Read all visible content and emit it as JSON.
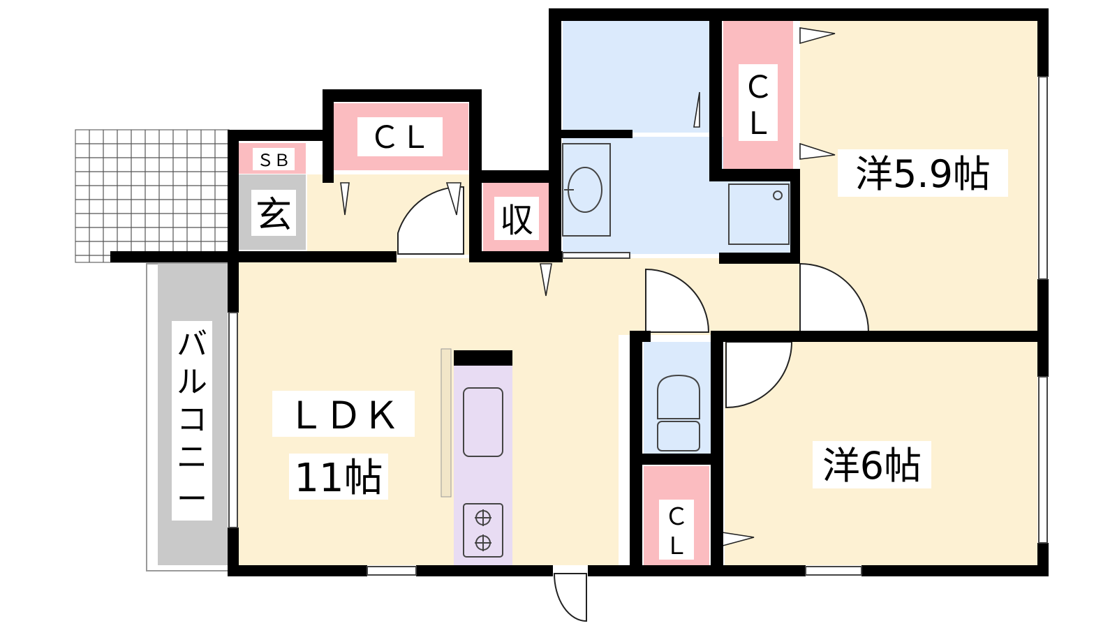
{
  "rooms": {
    "ldk_name": "ＬＤＫ",
    "ldk_size": "11帖",
    "western_1": "洋5.9帖",
    "western_2": "洋6帖",
    "entrance": "玄",
    "shoe_box": "ＳＢ",
    "storage": "収",
    "closet_top": "ＣＬ",
    "closet_right_c": "Ｃ",
    "closet_right_l": "Ｌ",
    "closet_bottom_c": "Ｃ",
    "closet_bottom_l": "Ｌ",
    "balcony": [
      "バ",
      "ル",
      "コ",
      "ニ",
      "ー"
    ]
  },
  "colors": {
    "floor": "#fdf1d3",
    "wet_area": "#dbeafc",
    "closet": "#fbbcc0",
    "entrance": "#c9c9c9",
    "balcony": "#c9c9c9",
    "kitchen": "#e8dcf3",
    "wall": "#000000"
  }
}
